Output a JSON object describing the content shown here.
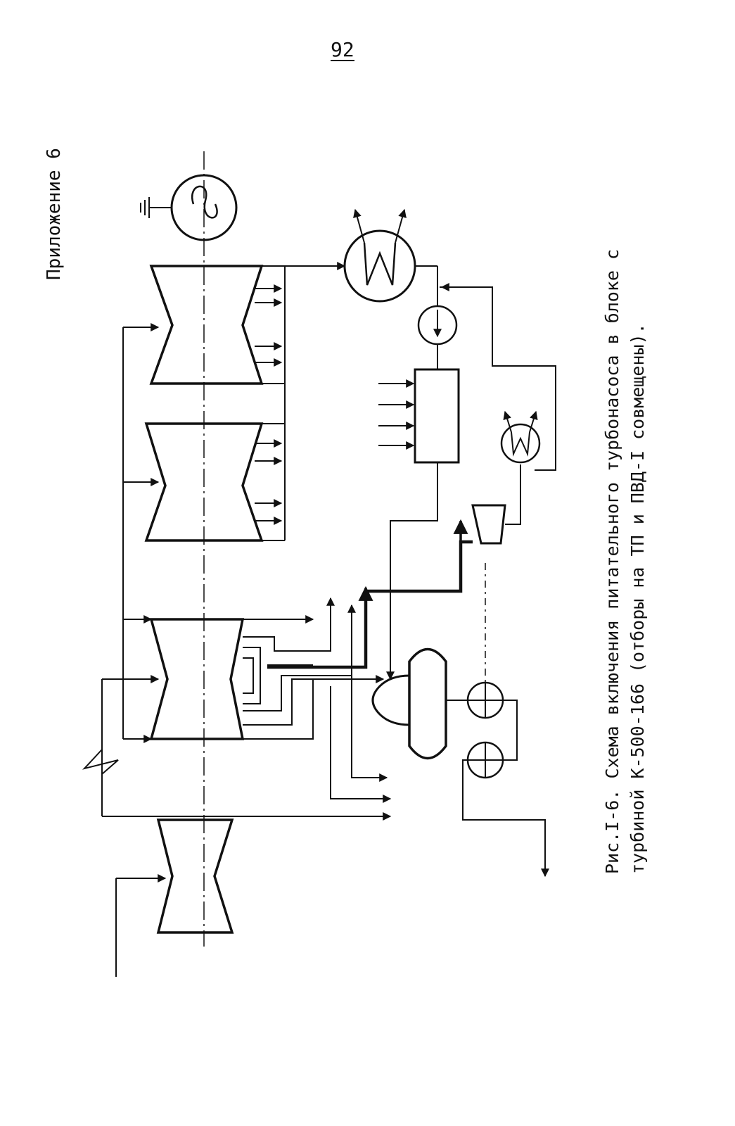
{
  "page": {
    "number": "92",
    "appendix": "Приложение 6"
  },
  "caption": {
    "line1": "Рис.I-6. Схема включения питательного турбонасоса в блоке с",
    "line2": "турбиной К-500-166 (отборы на ТП и ПВД-I совмещены)."
  },
  "colors": {
    "ink": "#111111",
    "paper": "#ffffff"
  }
}
